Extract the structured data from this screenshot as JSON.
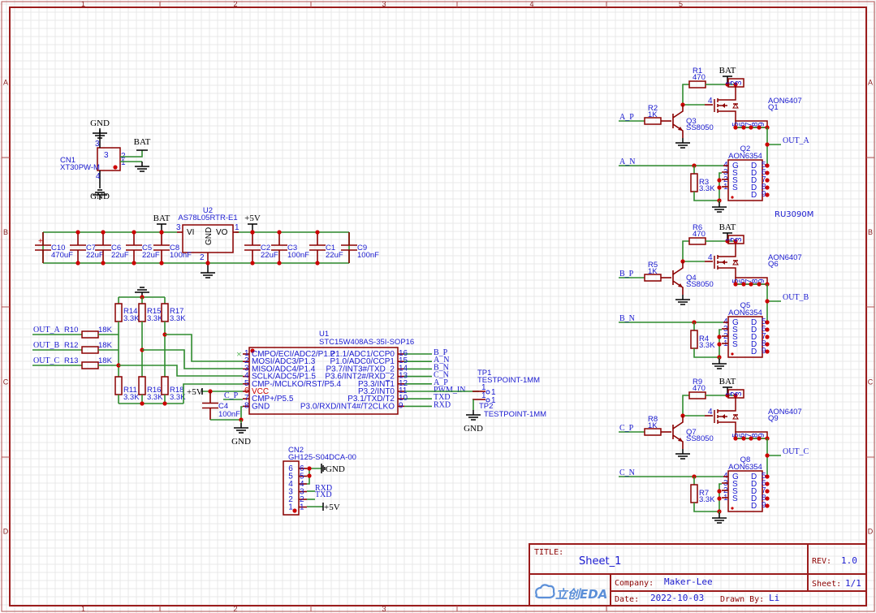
{
  "sheet": {
    "columns": [
      "1",
      "2",
      "3",
      "4",
      "5"
    ],
    "rows": [
      "A",
      "B",
      "C",
      "D"
    ]
  },
  "title_block": {
    "title_label": "TITLE:",
    "title": "Sheet_1",
    "rev_label": "REV:",
    "rev": "1.0",
    "company_label": "Company:",
    "company": "Maker-Lee",
    "sheet_label": "Sheet:",
    "sheet": "1/1",
    "date_label": "Date:",
    "date": "2022-10-03",
    "drawn_label": "Drawn By:",
    "drawn": "Li",
    "logo_text": "立创EDA"
  },
  "power": {
    "gnd": "GND",
    "bat": "BAT",
    "v5": "+5V"
  },
  "cn1": {
    "ref": "CN1",
    "value": "XT30PW-M",
    "pins": [
      "3",
      "4",
      "2",
      "1"
    ],
    "body_pins": [
      "3",
      "4",
      "2",
      "1"
    ]
  },
  "regulator": {
    "ref": "U2",
    "value": "AS78L05RTR-E1",
    "vi": "VI",
    "vo": "VO",
    "gnd": "GND",
    "pin_in": "3",
    "pin_out": "1",
    "pin_gnd": "2"
  },
  "caps_in": [
    {
      "ref": "C10",
      "value": "470uF"
    },
    {
      "ref": "C7",
      "value": "22uF"
    },
    {
      "ref": "C6",
      "value": "22uF"
    },
    {
      "ref": "C5",
      "value": "22uF"
    },
    {
      "ref": "C8",
      "value": "100nF"
    }
  ],
  "caps_out": [
    {
      "ref": "C2",
      "value": "22uF"
    },
    {
      "ref": "C3",
      "value": "100nF"
    },
    {
      "ref": "C1",
      "value": "22uF"
    },
    {
      "ref": "C9",
      "value": "100nF"
    }
  ],
  "divider": {
    "inputs": [
      {
        "net": "OUT_A",
        "ref": "R10",
        "value": "18K"
      },
      {
        "net": "OUT_B",
        "ref": "R12",
        "value": "18K"
      },
      {
        "net": "OUT_C",
        "ref": "R13",
        "value": "18K"
      }
    ],
    "top": [
      {
        "ref": "R14",
        "value": "3.3K"
      },
      {
        "ref": "R15",
        "value": "3.3K"
      },
      {
        "ref": "R17",
        "value": "3.3K"
      }
    ],
    "bottom": [
      {
        "ref": "R11",
        "value": "3.3K"
      },
      {
        "ref": "R16",
        "value": "3.3K"
      },
      {
        "ref": "R18",
        "value": "3.3K"
      }
    ]
  },
  "c4": {
    "ref": "C4",
    "value": "100nF"
  },
  "mcu": {
    "ref": "U1",
    "value": "STC15W408AS-35I-SOP16",
    "left_pins": [
      {
        "num": "1",
        "name": "CMPO/ECI/ADC2/P1.2"
      },
      {
        "num": "2",
        "name": "MOSI/ADC3/P1.3"
      },
      {
        "num": "3",
        "name": "MISO/ADC4/P1.4"
      },
      {
        "num": "4",
        "name": "SCLK/ADC5/P1.5"
      },
      {
        "num": "5",
        "name": "CMP-/MCLKO/RST/P5.4"
      },
      {
        "num": "6",
        "name": "VCC"
      },
      {
        "num": "7",
        "name": "CMP+/P5.5"
      },
      {
        "num": "8",
        "name": "GND"
      }
    ],
    "right_pins": [
      {
        "num": "16",
        "name": "P1.1/ADC1/CCP0",
        "net": "B_P"
      },
      {
        "num": "15",
        "name": "P1.0/ADC0/CCP1",
        "net": "A_N"
      },
      {
        "num": "14",
        "name": "P3.7/INT3#/TXD_2",
        "net": "B_N"
      },
      {
        "num": "13",
        "name": "P3.6/INT2#/RXD_2",
        "net": "C_N"
      },
      {
        "num": "12",
        "name": "P3.3/INT1",
        "net": "A_P"
      },
      {
        "num": "11",
        "name": "P3.2/INT0",
        "net": "PWM_IN"
      },
      {
        "num": "10",
        "name": "P3.1/TXD/T2",
        "net": "TXD"
      },
      {
        "num": "9",
        "name": "P3.0/RXD/INT4#/T2CLKO",
        "net": "RXD"
      }
    ],
    "c_p_net": "C_P"
  },
  "testpoints": [
    {
      "ref": "TP1",
      "value": "TESTPOINT-1MM",
      "pin": "1"
    },
    {
      "ref": "TP2",
      "value": "TESTPOINT-1MM",
      "pin": "1"
    }
  ],
  "cn2": {
    "ref": "CN2",
    "value": "GH125-S04DCA-00",
    "pins": [
      "6",
      "5",
      "4",
      "3",
      "2",
      "1"
    ],
    "nets": {
      "rxd": "RXD",
      "txd": "TXD"
    }
  },
  "bridges": [
    {
      "in_p": "A_P",
      "in_n": "A_N",
      "out": "OUT_A",
      "r_top": {
        "ref": "R1",
        "value": "470"
      },
      "r_base": {
        "ref": "R2",
        "value": "1K"
      },
      "bjt": {
        "ref": "Q3",
        "value": "SS8050"
      },
      "pmos": {
        "ref": "Q1",
        "value": "AON6407"
      },
      "nmos": {
        "ref": "Q2",
        "value": "AON6354"
      },
      "r_gate": {
        "ref": "R3",
        "value": "3.3K"
      }
    },
    {
      "in_p": "B_P",
      "in_n": "B_N",
      "out": "OUT_B",
      "r_top": {
        "ref": "R6",
        "value": "470"
      },
      "r_base": {
        "ref": "R5",
        "value": "1K"
      },
      "bjt": {
        "ref": "Q4",
        "value": "SS8050"
      },
      "pmos": {
        "ref": "Q6",
        "value": "AON6407"
      },
      "nmos": {
        "ref": "Q5",
        "value": "AON6354"
      },
      "r_gate": {
        "ref": "R4",
        "value": "3.3K"
      }
    },
    {
      "in_p": "C_P",
      "in_n": "C_N",
      "out": "OUT_C",
      "r_top": {
        "ref": "R9",
        "value": "470"
      },
      "r_base": {
        "ref": "R8",
        "value": "1K"
      },
      "bjt": {
        "ref": "Q7",
        "value": "SS8050"
      },
      "pmos": {
        "ref": "Q9",
        "value": "AON6407"
      },
      "nmos": {
        "ref": "Q8",
        "value": "AON6354"
      },
      "r_gate": {
        "ref": "R7",
        "value": "3.3K"
      }
    }
  ],
  "nmos_pins": {
    "gate": "G",
    "source": "S",
    "drain": "D",
    "left_nums": [
      "4",
      "3",
      "2",
      "1"
    ],
    "right_nums": [
      "5",
      "6",
      "7",
      "8",
      "9"
    ]
  },
  "pmos_pins": {
    "top": [
      "1",
      "2",
      "3"
    ],
    "gate": "4",
    "bottom": [
      "5",
      "6",
      "7",
      "8",
      "9"
    ]
  },
  "part_note": "RU3090M"
}
